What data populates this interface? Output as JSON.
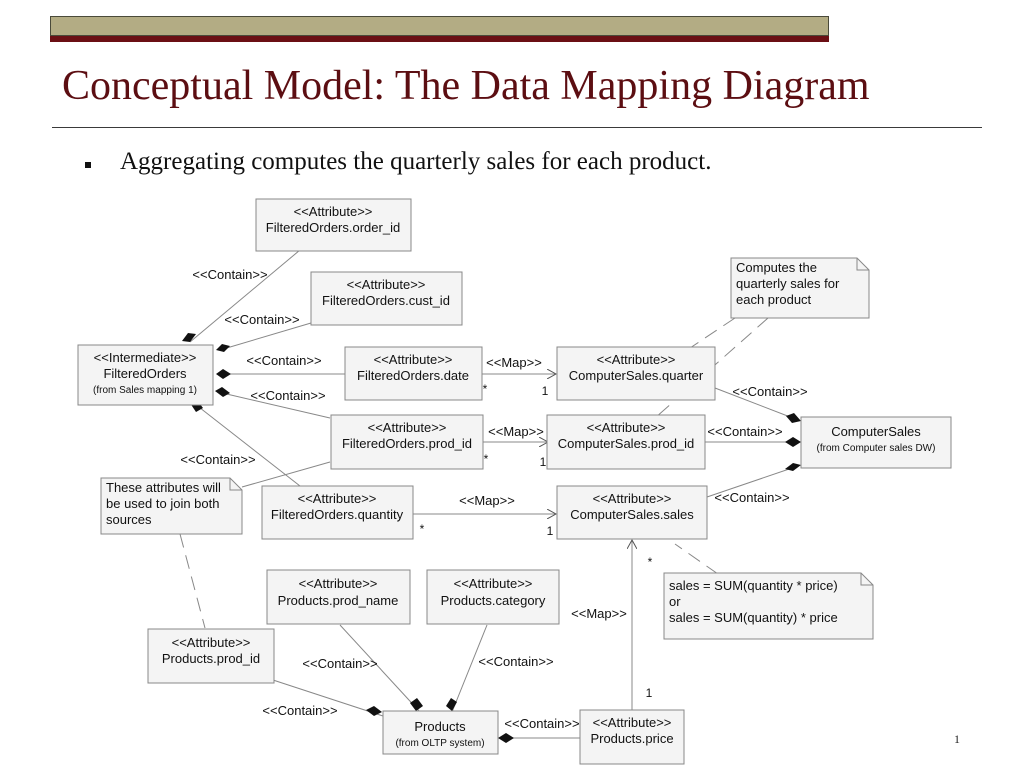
{
  "slide": {
    "title": "Conceptual Model: The Data Mapping Diagram",
    "bullet": "Aggregating computes the quarterly sales for each product.",
    "page_number": "1"
  },
  "nodes": {
    "attr_order_id": {
      "stereo": "<<Attribute>>",
      "name": "FilteredOrders.order_id"
    },
    "attr_cust_id": {
      "stereo": "<<Attribute>>",
      "name": "FilteredOrders.cust_id"
    },
    "filtered_orders": {
      "stereo": "<<Intermediate>>",
      "name": "FilteredOrders",
      "sub": "(from Sales mapping 1)"
    },
    "attr_date": {
      "stereo": "<<Attribute>>",
      "name": "FilteredOrders.date"
    },
    "attr_prod_id": {
      "stereo": "<<Attribute>>",
      "name": "FilteredOrders.prod_id"
    },
    "attr_quantity": {
      "stereo": "<<Attribute>>",
      "name": "FilteredOrders.quantity"
    },
    "cs_quarter": {
      "stereo": "<<Attribute>>",
      "name": "ComputerSales.quarter"
    },
    "cs_prod_id": {
      "stereo": "<<Attribute>>",
      "name": "ComputerSales.prod_id"
    },
    "cs_sales": {
      "stereo": "<<Attribute>>",
      "name": "ComputerSales.sales"
    },
    "computer_sales": {
      "name": "ComputerSales",
      "sub": "(from Computer sales DW)"
    },
    "prod_name": {
      "stereo": "<<Attribute>>",
      "name": "Products.prod_name"
    },
    "prod_category": {
      "stereo": "<<Attribute>>",
      "name": "Products.category"
    },
    "prod_prod_id": {
      "stereo": "<<Attribute>>",
      "name": "Products.prod_id"
    },
    "products": {
      "name": "Products",
      "sub": "(from OLTP system)"
    },
    "prod_price": {
      "stereo": "<<Attribute>>",
      "name": "Products.price"
    }
  },
  "notes": {
    "quarterly": [
      "Computes the",
      "quarterly sales for",
      "each product"
    ],
    "join": [
      "These attributes will",
      "be used to join both",
      "sources"
    ],
    "formula": [
      "sales = SUM(quantity * price)",
      "or",
      "sales = SUM(quantity) * price"
    ]
  },
  "labels": {
    "contain": "<<Contain>>",
    "map": "<<Map>>",
    "mult_many": "*",
    "mult_one": "1"
  }
}
